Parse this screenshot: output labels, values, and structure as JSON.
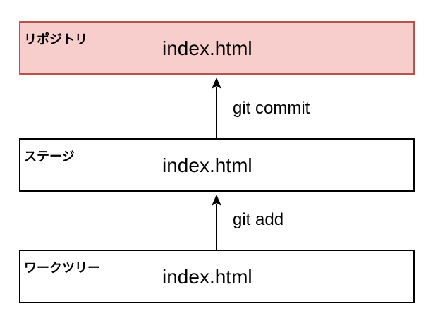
{
  "colors": {
    "repository_fill": "#f8cecc",
    "repository_stroke": "#b85450",
    "default_stroke": "#000000"
  },
  "nodes": [
    {
      "id": "repository",
      "label": "リポジトリ",
      "file": "index.html"
    },
    {
      "id": "stage",
      "label": "ステージ",
      "file": "index.html"
    },
    {
      "id": "worktree",
      "label": "ワークツリー",
      "file": "index.html"
    }
  ],
  "edges": [
    {
      "from": "stage",
      "to": "repository",
      "label": "git commit"
    },
    {
      "from": "worktree",
      "to": "stage",
      "label": "git add"
    }
  ]
}
